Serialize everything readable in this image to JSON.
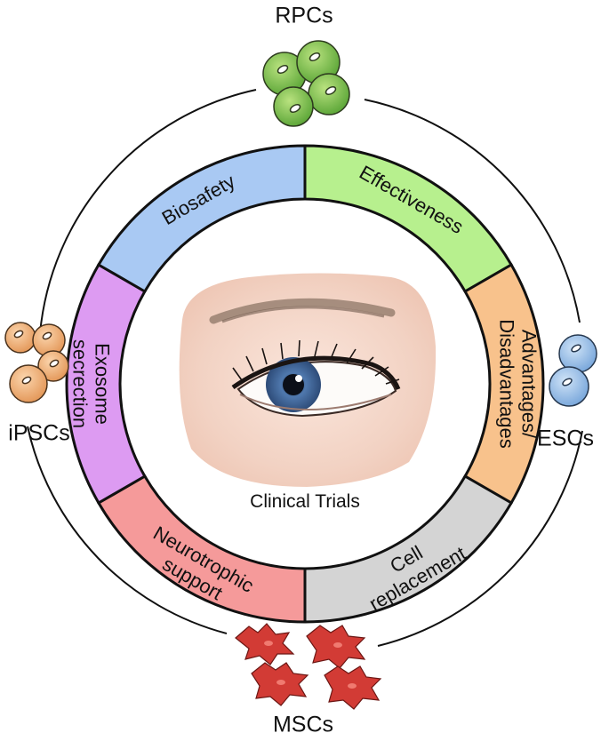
{
  "cells": {
    "rpcs": "RPCs",
    "escs": "ESCs",
    "mscs": "MSCs",
    "ipscs": "iPSCs"
  },
  "segments": [
    {
      "key": "effectiveness",
      "lines": [
        "Effectiveness"
      ],
      "color": "#b7f08e"
    },
    {
      "key": "advantages",
      "lines": [
        "Advantages/",
        "Disadvantages"
      ],
      "color": "#f8c28c"
    },
    {
      "key": "cell-replacement",
      "lines": [
        "Cell",
        "replacement"
      ],
      "color": "#d4d4d4"
    },
    {
      "key": "neurotrophic",
      "lines": [
        "Neurotrophic",
        "support"
      ],
      "color": "#f59a9a"
    },
    {
      "key": "exosome",
      "lines": [
        "Exosome",
        "secrection"
      ],
      "color": "#dd9bf2"
    },
    {
      "key": "biosafety",
      "lines": [
        "Biosafety"
      ],
      "color": "#a9c9f3"
    }
  ],
  "center": {
    "title": "Clinical Trials"
  },
  "colors": {
    "rpcs": "#7fc04a",
    "escs": "#9cc3ea",
    "mscs": "#d9413a",
    "ipscs": "#f2b37c",
    "iris": "#5d86b8"
  }
}
